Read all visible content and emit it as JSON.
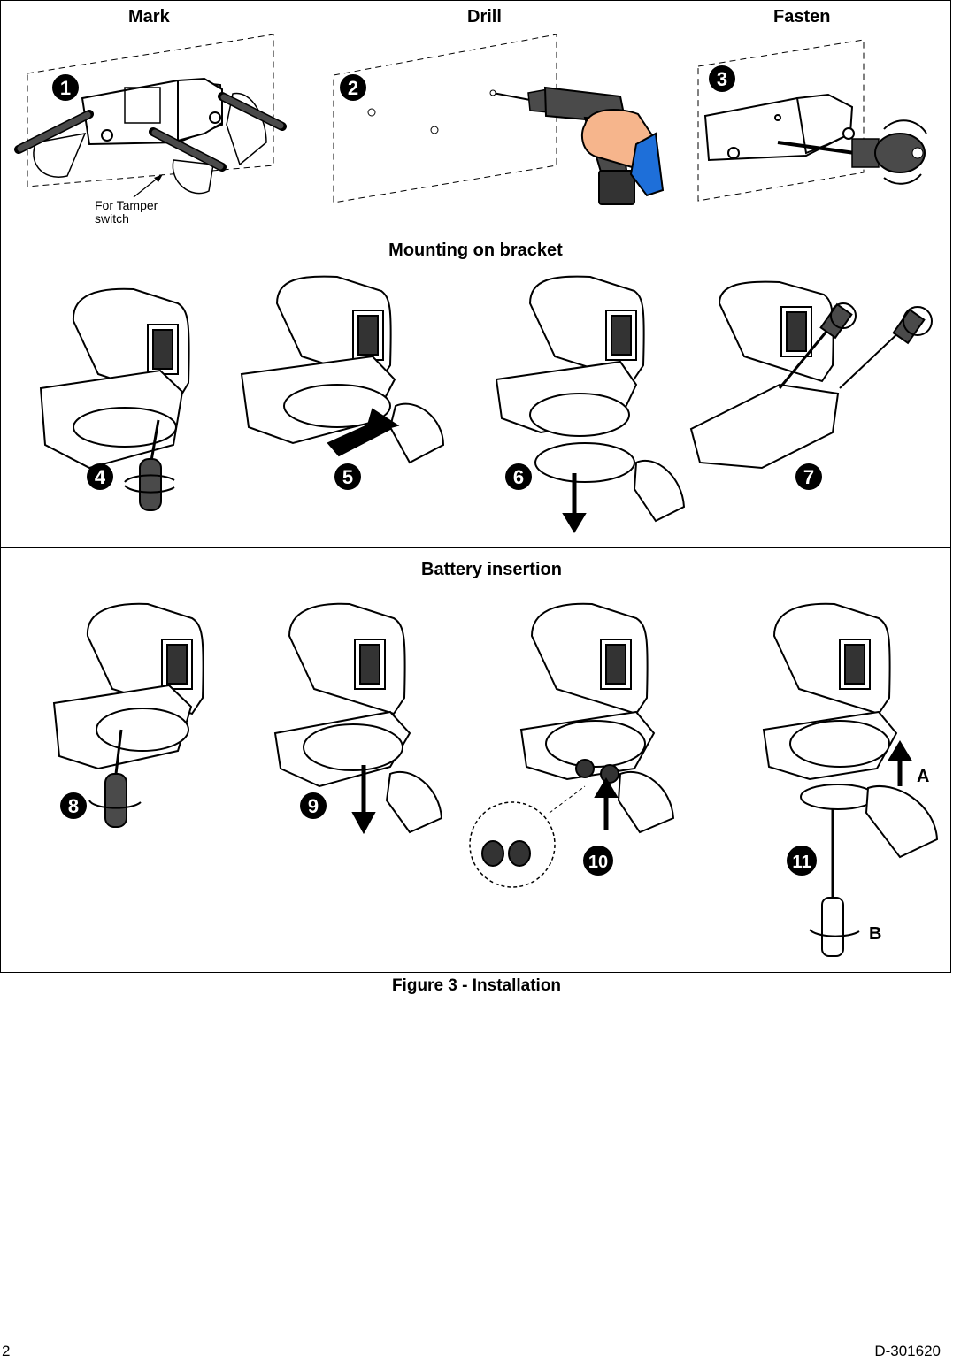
{
  "sections": {
    "row1": {
      "headers": {
        "mark": "Mark",
        "drill": "Drill",
        "fasten": "Fasten"
      },
      "tamper_note_line1": "For Tamper",
      "tamper_note_line2": "switch"
    },
    "row2": {
      "title": "Mounting on bracket"
    },
    "row3": {
      "title": "Battery insertion",
      "label_a": "A",
      "label_b": "B"
    }
  },
  "steps": [
    "1",
    "2",
    "3",
    "4",
    "5",
    "6",
    "7",
    "8",
    "9",
    "10",
    "11"
  ],
  "caption": "Figure 3 - Installation",
  "footer": {
    "page_number": "2",
    "doc_id": "D-301620"
  },
  "colors": {
    "skin": "#f6b58c",
    "sleeve": "#1e6fd9",
    "tool": "#4a4a4a",
    "outline": "#000000"
  }
}
